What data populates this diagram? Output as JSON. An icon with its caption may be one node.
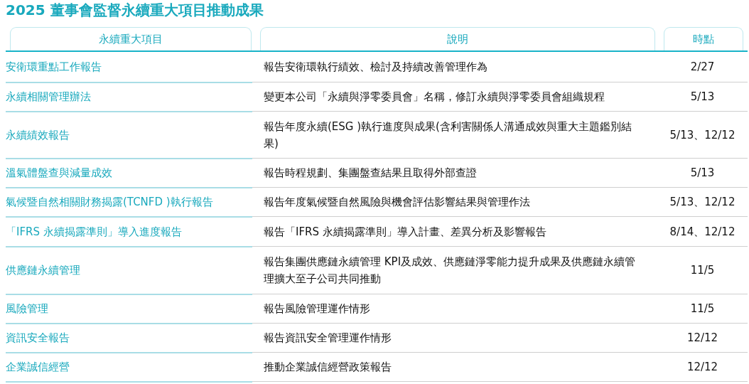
{
  "diagram": {
    "title": "2025 董事會監督永續重大項目推動成果",
    "labels": [
      "永續重大項目",
      "說明",
      "時點",
      "安衛環重點工作報告",
      "報告安衛環執行績效、檢討及持續改善管理作為",
      "2/27",
      "永續相關管理辦法",
      "變更本公司「永續與淨零委員會」名稱，修訂永續與淨零委員會組織規程",
      "5/13",
      "永續績效報告",
      "報告年度永續(ESG )執行進度與成果(含利害關係人溝通成效與重大主題鑑別結果)",
      "5/13、12/12",
      "溫氣體盤查與減量成效",
      "報告時程規劃、集團盤查結果且取得外部查證",
      "5/13",
      "氣候暨自然相關財務揭露(TCNFD )執行報告",
      "報告年度氣候暨自然風險與機會評估影響結果與管理作法",
      "5/13、12/12",
      "「IFRS 永續揭露準則」導入進度報告",
      "報告「IFRS 永續揭露準則」導入計畫、差異分析及影響報告",
      "8/14、12/12",
      "供應鏈永續管理",
      "報告集團供應鏈永續管理 KPI及成效、供應鏈淨零能力提升成果及供應鏈永續管理擴大至子公司共同推動",
      "11/5",
      "風險管理",
      "報告風險管理運作情形",
      "11/5",
      "資訊安全報告",
      "報告資訊安全管理運作情形",
      "12/12",
      "企業誠信經營",
      "推動企業誠信經營政策報告",
      "12/12"
    ]
  }
}
